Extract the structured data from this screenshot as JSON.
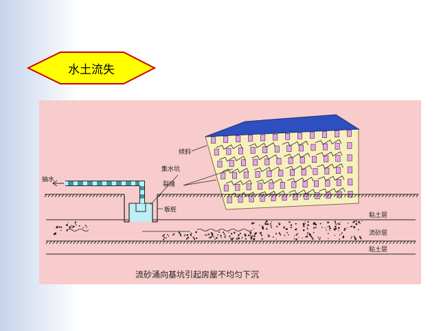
{
  "slide": {
    "title": "水土流失"
  },
  "diagram": {
    "labels": {
      "pump": "抽水",
      "sump": "集水坑",
      "tilt": "倾斜",
      "crack": "裂缝",
      "sheet_pile": "板桩",
      "clay_top": "粘土层",
      "sand": "流砂层",
      "clay_bottom": "粘土层"
    },
    "caption": "流砂涌向基坑引起房屋不均匀下沉"
  },
  "colors": {
    "panel": "#f8cccc",
    "building": "#f8efbe",
    "roof": "#2e4fc0",
    "window": "#e6a3e6",
    "water": "#bfeff5",
    "pipe_dash": "#3a98a4",
    "title_fill": "#ffff00",
    "title_border": "#cc0000"
  }
}
